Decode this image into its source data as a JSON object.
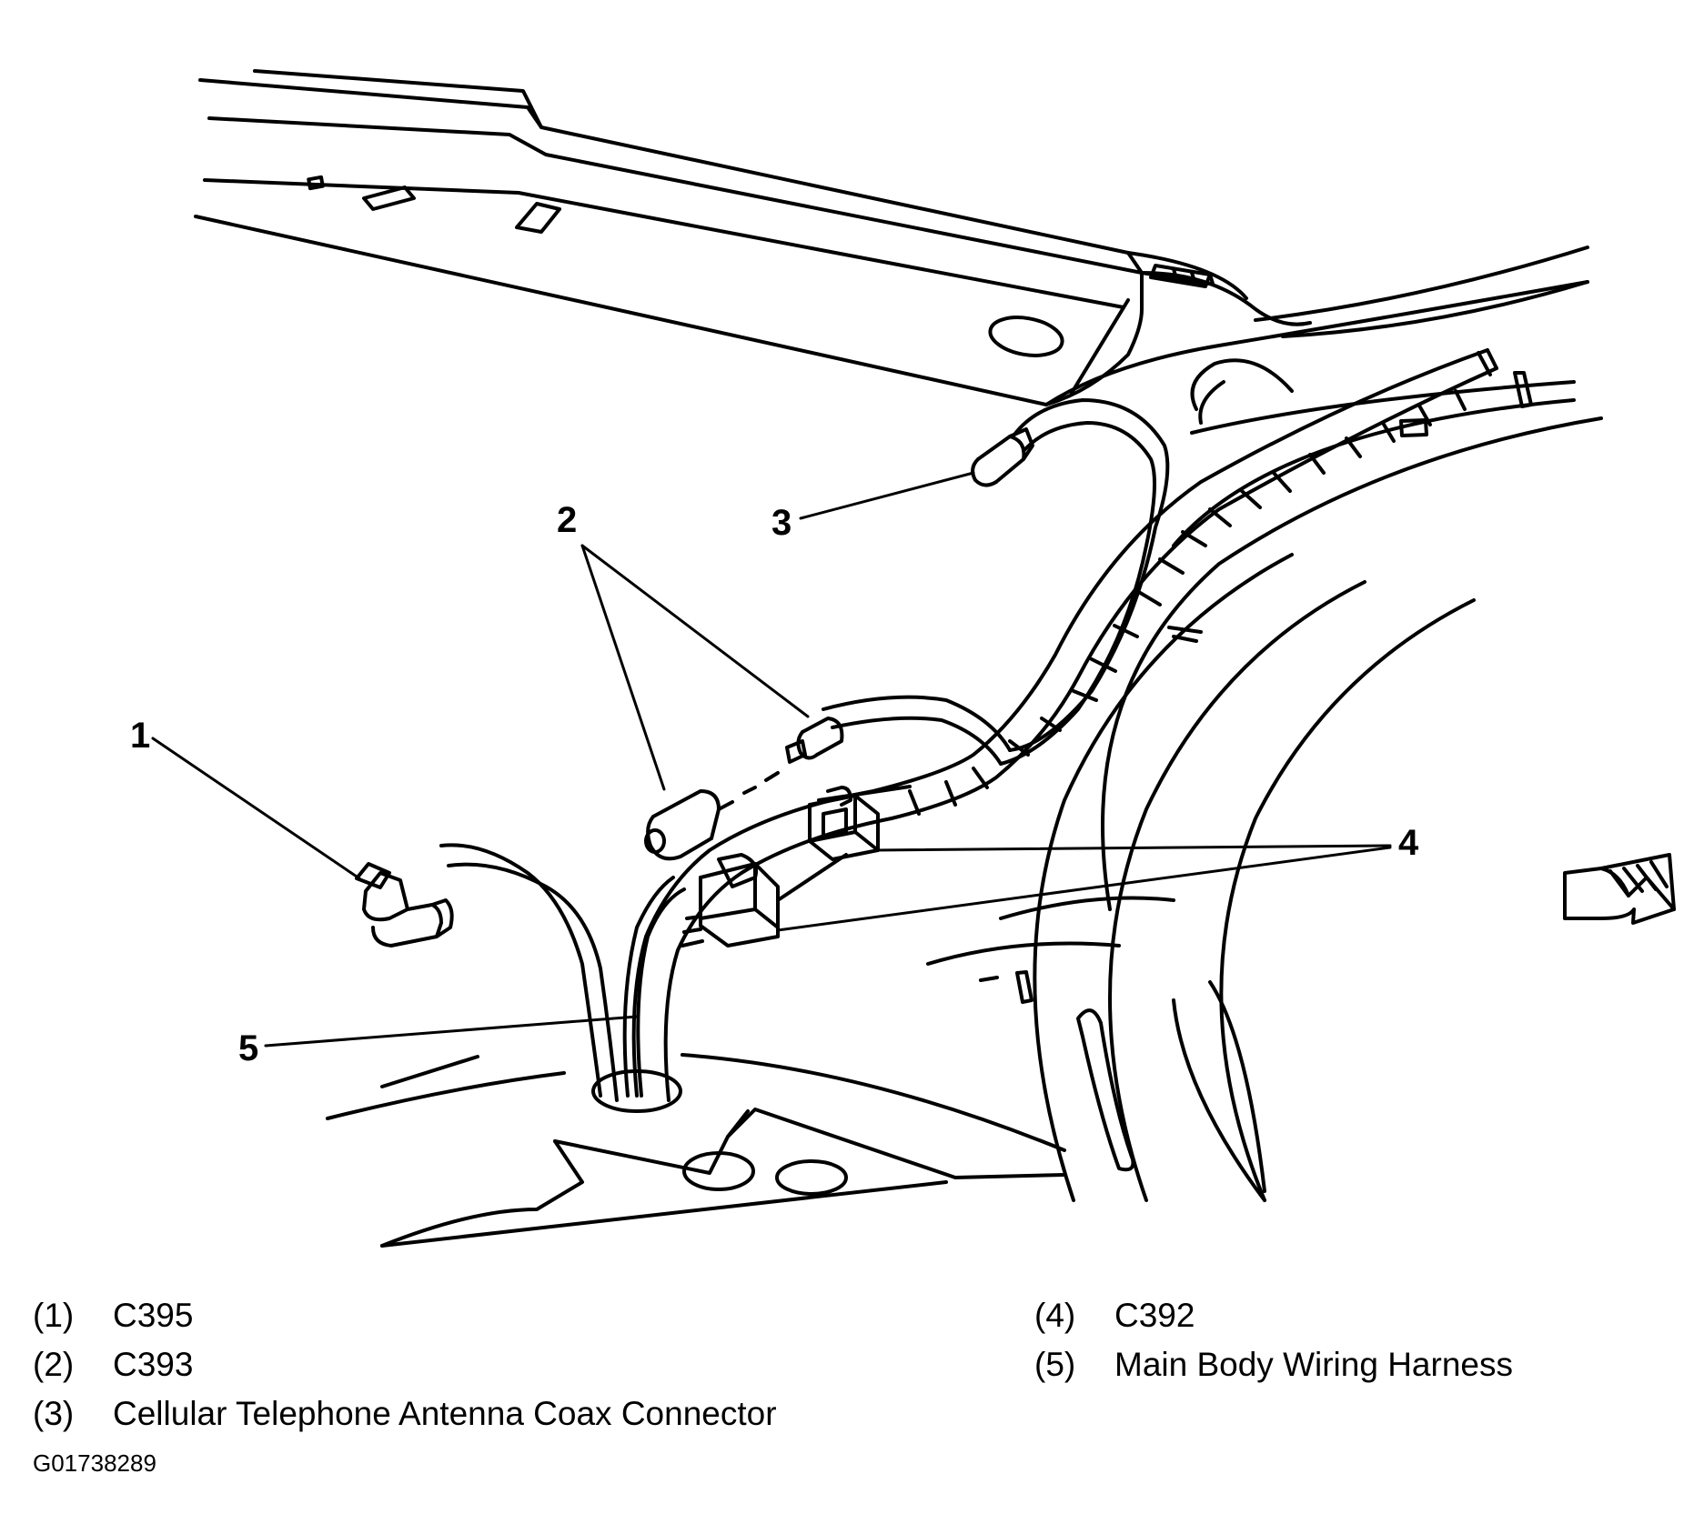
{
  "callouts": [
    "1",
    "2",
    "3",
    "4",
    "5"
  ],
  "legend": [
    {
      "num": "(1)",
      "text": "C395"
    },
    {
      "num": "(2)",
      "text": "C393"
    },
    {
      "num": "(3)",
      "text": "Cellular Telephone Antenna Coax Connector"
    },
    {
      "num": "(4)",
      "text": "C392"
    },
    {
      "num": "(5)",
      "text": "Main Body Wiring Harness"
    }
  ],
  "figure_id": "G01738289"
}
